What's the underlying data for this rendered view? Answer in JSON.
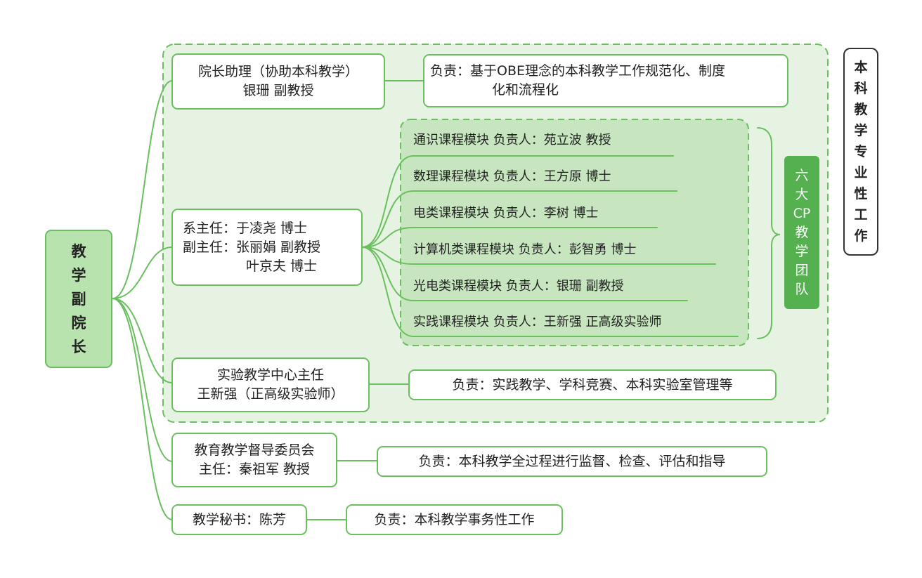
{
  "root": {
    "chars": [
      "教",
      "学",
      "副",
      "院",
      "长"
    ]
  },
  "assistant": {
    "line1": "院长助理（协助本科教学）",
    "line2": "银珊  副教授"
  },
  "assistant_resp": {
    "line1": "负责：基于OBE理念的本科教学工作规范化、制度",
    "line2": "化和流程化"
  },
  "department": {
    "line1": "系主任：于凌尧  博士",
    "line2": "副主任：张丽娟  副教授",
    "line3": "叶京夫  博士"
  },
  "modules": [
    "通识课程模块  负责人：苑立波  教授",
    "数理课程模块  负责人：王方原  博士",
    "电类课程模块  负责人：李树  博士",
    "计算机类课程模块  负责人：彭智勇  博士",
    "光电类课程模块  负责人：银珊  副教授",
    "实践课程模块  负责人：王新强  正高级实验师"
  ],
  "team_label": {
    "chars": [
      "六",
      "大",
      "CP",
      "教",
      "学",
      "团",
      "队"
    ]
  },
  "scope_label": {
    "chars": [
      "本",
      "科",
      "教",
      "学",
      "专",
      "业",
      "性",
      "工",
      "作"
    ]
  },
  "lab_center": {
    "line1": "实验教学中心主任",
    "line2": "王新强（正高级实验师）"
  },
  "lab_resp": "负责：实践教学、学科竞赛、本科实验室管理等",
  "supervision": {
    "line1": "教育教学督导委员会",
    "line2": "主任：秦祖军  教授"
  },
  "supervision_resp": "负责：本科教学全过程进行监督、检查、评估和指导",
  "secretary": "教学秘书：陈芳",
  "secretary_resp": "负责：本科教学事务性工作",
  "colors": {
    "line": "#6abf5f",
    "region_fill": "#e6f3e2",
    "inner_fill": "#c7e6bf",
    "team_fill": "#55b050",
    "root_fill": "#b8e3ae"
  }
}
